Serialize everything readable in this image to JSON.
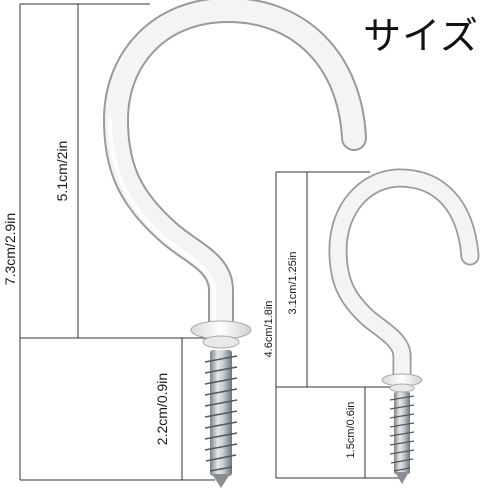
{
  "title": "サイズ",
  "large_hook": {
    "total_height": "7.3cm/2.9in",
    "hook_height": "5.1cm/2in",
    "screw_length": "2.2cm/0.9in"
  },
  "small_hook": {
    "total_height": "4.6cm/1.8in",
    "hook_height": "3.1cm/1.25in",
    "screw_length": "1.5cm/0.6in"
  },
  "colors": {
    "hook": "#f4f4f4",
    "hook_outline": "#9a9a9a",
    "screw": "#b8bcc0",
    "dimension_line": "#333333"
  }
}
